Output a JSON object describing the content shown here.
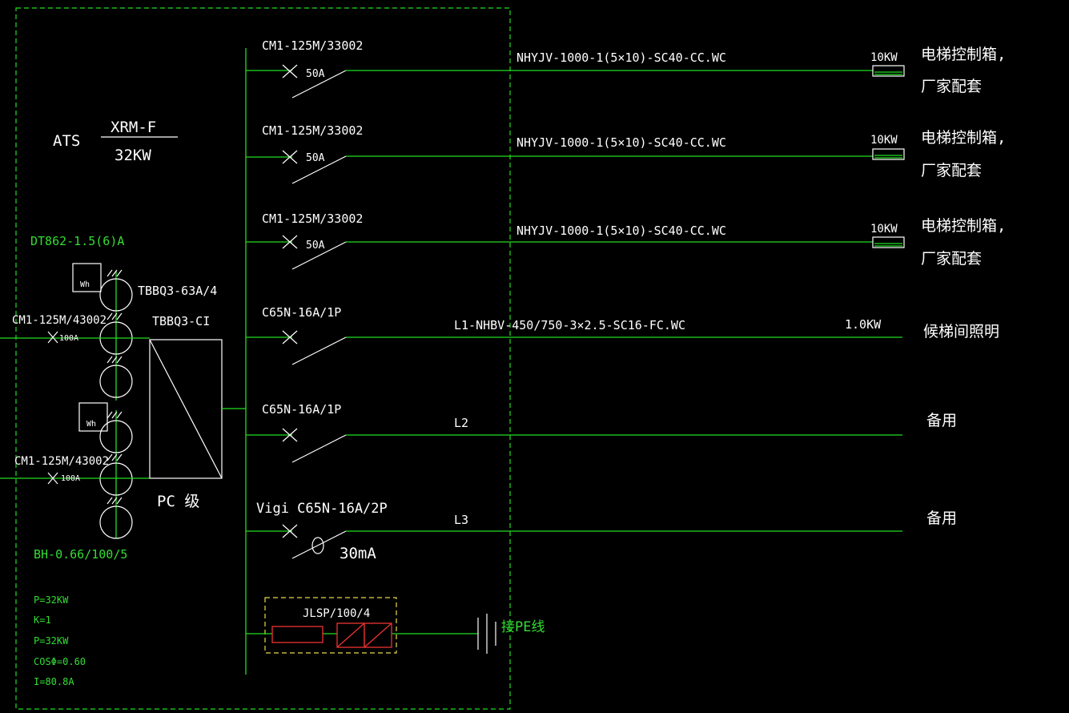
{
  "ats": {
    "prefix": "ATS",
    "model": "XRM-F",
    "power": "32KW"
  },
  "meter": {
    "model": "DT862-1.5(6)A",
    "icon": "Wh"
  },
  "ct_top": "TBBQ3-63A/4",
  "switch_label": "TBBQ3-CI",
  "pc_label": "PC 级",
  "inlet1": {
    "breaker": "CM1-125M/43002",
    "rating": "100A"
  },
  "inlet2": {
    "breaker": "CM1-125M/43002",
    "rating": "100A"
  },
  "ct_bottom": "BH-0.66/100/5",
  "params": [
    "P=32KW",
    "K=1",
    "P=32KW",
    "COSΦ=0.60",
    "I=80.8A"
  ],
  "branches": [
    {
      "breaker": "CM1-125M/33002",
      "rating": "50A",
      "cable": "NHYJV-1000-1(5×10)-SC40-CC.WC",
      "load": "10KW",
      "dest1": "电梯控制箱,",
      "dest2": "厂家配套"
    },
    {
      "breaker": "CM1-125M/33002",
      "rating": "50A",
      "cable": "NHYJV-1000-1(5×10)-SC40-CC.WC",
      "load": "10KW",
      "dest1": "电梯控制箱,",
      "dest2": "厂家配套"
    },
    {
      "breaker": "CM1-125M/33002",
      "rating": "50A",
      "cable": "NHYJV-1000-1(5×10)-SC40-CC.WC",
      "load": "10KW",
      "dest1": "电梯控制箱,",
      "dest2": "厂家配套"
    },
    {
      "breaker": "C65N-16A/1P",
      "cable": "L1-NHBV-450/750-3×2.5-SC16-FC.WC",
      "load": "1.0KW",
      "dest1": "候梯间照明"
    },
    {
      "breaker": "C65N-16A/1P",
      "cable": "L2",
      "dest1": "备用"
    },
    {
      "breaker": "Vigi C65N-16A/2P",
      "cable": "L3",
      "rcd": "30mA",
      "dest1": "备用"
    }
  ],
  "spd": {
    "model": "JLSP/100/4",
    "pe": "接PE线"
  }
}
